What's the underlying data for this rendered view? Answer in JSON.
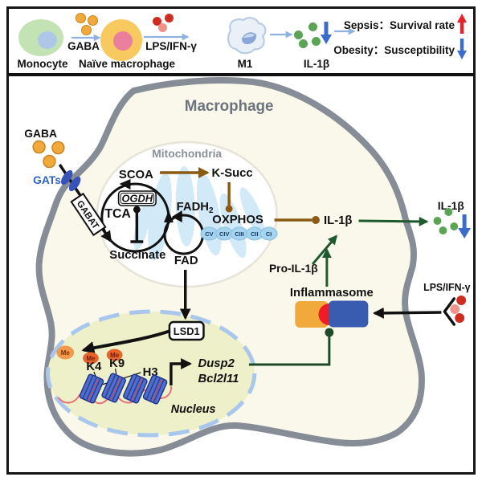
{
  "banner": {
    "steps": {
      "monocyte": "Monocyte",
      "gaba": "GABA",
      "naive": "Naïve macrophage",
      "lps": "LPS/IFN-γ",
      "m1": "M1",
      "il1b": "IL-1β"
    },
    "outcomes": {
      "sepsis": "Sepsis：Survival rate",
      "obesity": "Obesity：Susceptibility"
    }
  },
  "diagram": {
    "cell_title": "Macrophage",
    "gaba": "GABA",
    "gats": "GATs",
    "gabat": "GABAT",
    "mito": {
      "title": "Mitochondria",
      "scoa": "SCOA",
      "ksucc": "K-Succ",
      "ogdh": "OGDH",
      "tca": "TCA",
      "succinate": "Succinate",
      "fadh": "FADH",
      "fadh_sub": "2",
      "fad": "FAD",
      "oxphos": "OXPHOS",
      "complexes": [
        "CV",
        "CIV",
        "CIII",
        "CII",
        "CI"
      ]
    },
    "il1b": "IL-1β",
    "pro_il1b": "Pro-IL-1β",
    "inflammasome": "Inflammasome",
    "lsd1": "LSD1",
    "nucleus": {
      "title": "Nucleus",
      "me": "Me",
      "k4": "K4",
      "k9": "K9",
      "h3": "H3",
      "genes": [
        "Dusp2",
        "Bcl2l11"
      ]
    },
    "outside": {
      "il1b": "IL-1β",
      "lps": "LPS/IFN-γ"
    }
  },
  "colors": {
    "membrane": "#878d96",
    "cytoplasm": "#faf8ea",
    "green_arrow": "#1e5a2e",
    "brown_arrow": "#8a5a12",
    "up_red": "#e8212a",
    "down_blue": "#3b6ccc",
    "gaba_dot": "#f2a93b",
    "il1b_dot": "#5ba355",
    "lps_dot": "#cf2d22"
  }
}
